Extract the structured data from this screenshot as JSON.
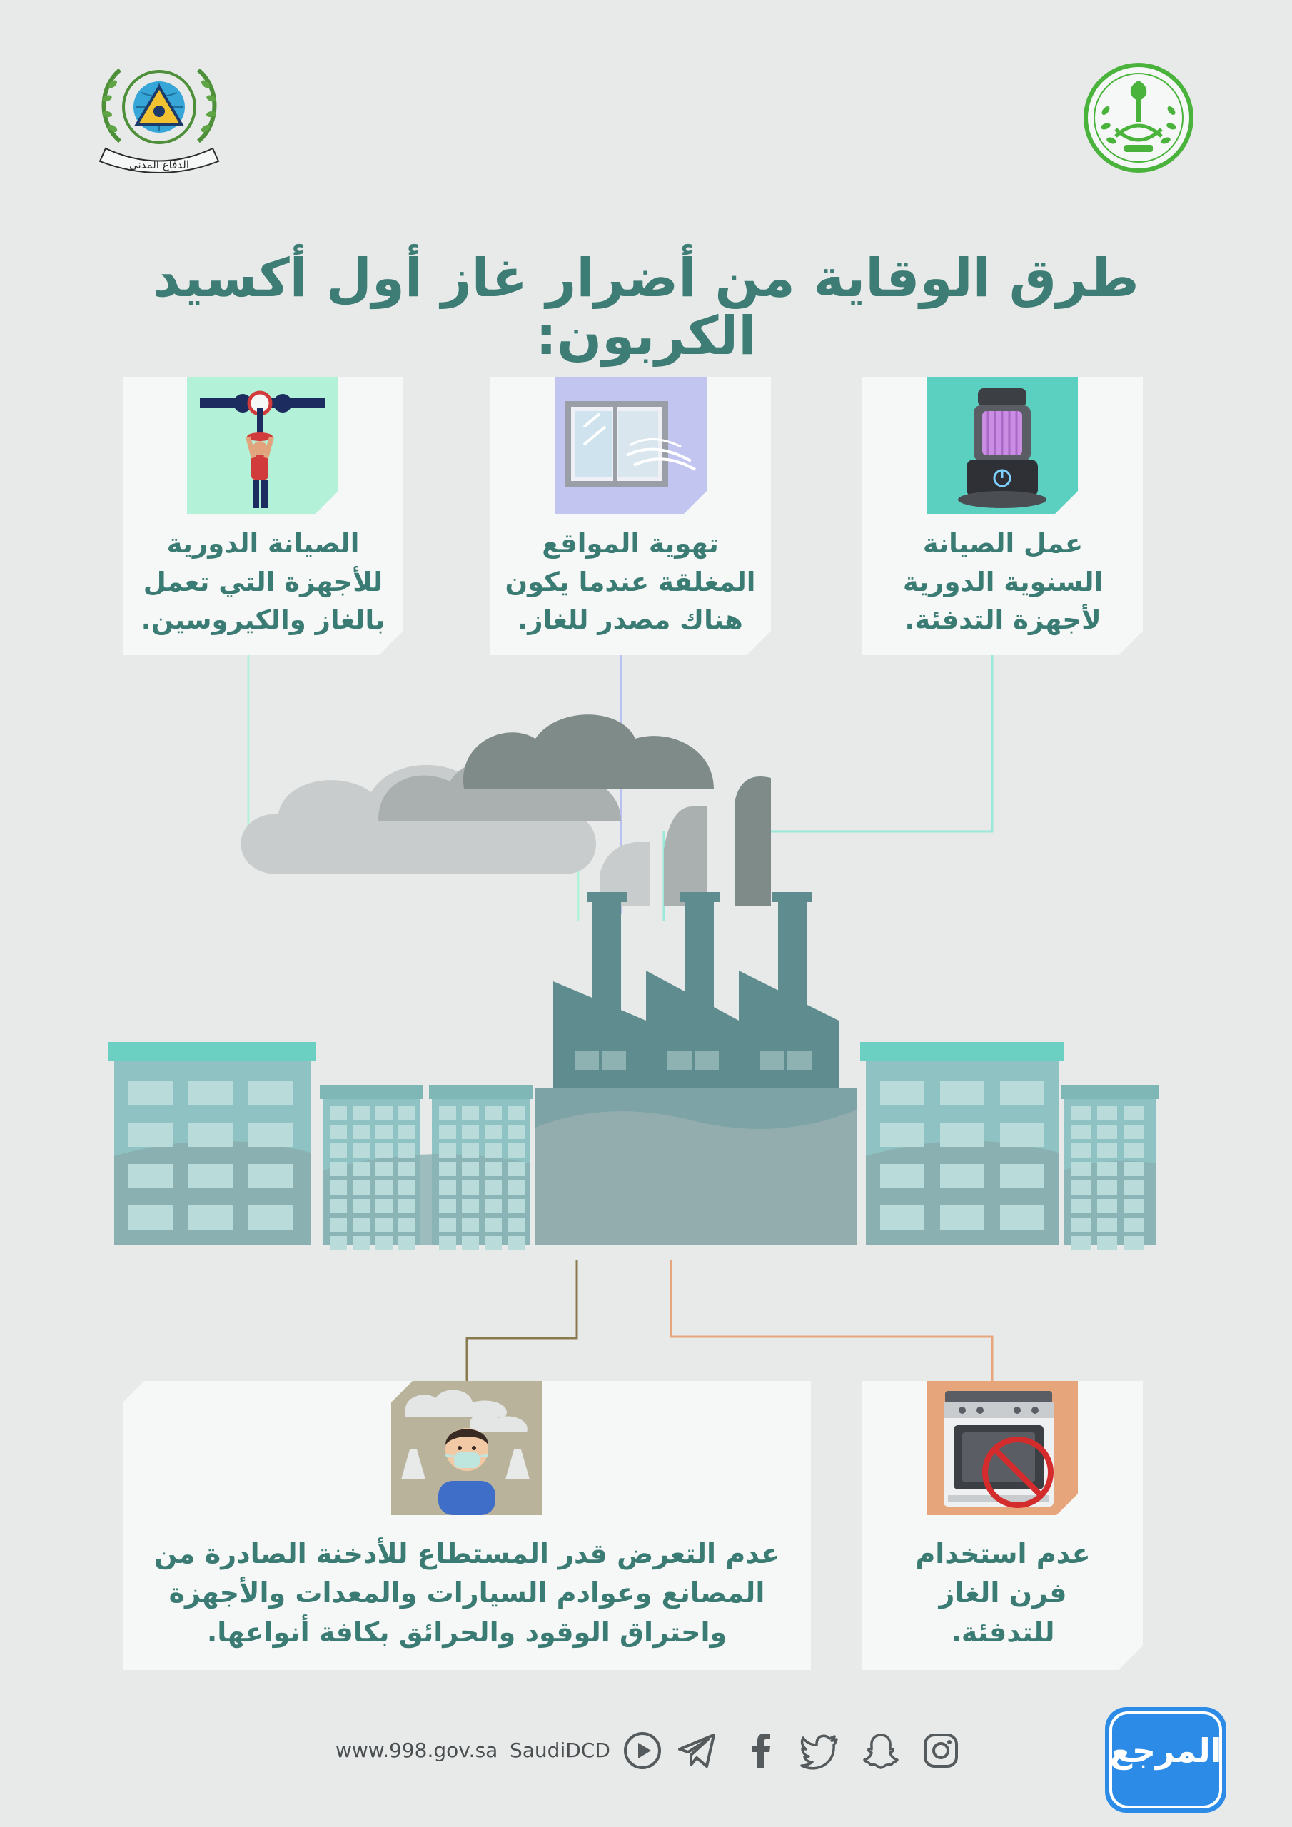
{
  "header": {
    "title": "طرق الوقاية من أضرار غاز أول أكسيد الكربون:",
    "left_logo_icon": "civil-defense-emblem-icon",
    "left_logo_ribbon_text": "الدفاع المدني",
    "right_logo_icon": "ministry-of-interior-emblem-icon"
  },
  "tips": {
    "gas_maintenance": {
      "text": "الصيانة الدورية للأجهزة التي تعمل بالغاز والكيروسين.",
      "icon": "pipe-repair-icon"
    },
    "ventilation": {
      "text": "تهوية المواقع المغلقة عندما يكون هناك مصدر للغاز.",
      "icon": "open-window-icon"
    },
    "heater_maintenance": {
      "text": "عمل الصيانة السنوية الدورية لأجهزة التدفئة.",
      "icon": "kerosene-heater-icon"
    },
    "smoke_exposure": {
      "text": "عدم التعرض قدر المستطاع للأدخنة الصادرة من المصانع وعوادم السيارات والمعدات والأجهزة واحتراق الوقود والحرائق بكافة أنواعها.",
      "icon": "person-mask-icon"
    },
    "no_oven_heating": {
      "text": "عدم استخدام فرن الغاز للتدفئة.",
      "icon": "no-gas-oven-icon"
    }
  },
  "footer": {
    "website": "www.998.gov.sa",
    "handle": "SaudiDCD",
    "social_icons": [
      "youtube-icon",
      "telegram-icon",
      "facebook-icon",
      "twitter-icon",
      "snapchat-icon",
      "instagram-icon"
    ],
    "brand_logo_icon": "almrj3-logo-icon",
    "brand_logo_text": "المرجع"
  },
  "colors": {
    "background": "#e8eae9",
    "title": "#3e7d75",
    "card": "#f6f7f7",
    "teal": "#5bcfc0",
    "mint": "#b4f1d9",
    "lavender": "#c3c5f1",
    "khaki": "#b9b39b",
    "orange": "#e6a57a",
    "factory": "#6b9497",
    "brand_blue": "#2b8be6"
  }
}
